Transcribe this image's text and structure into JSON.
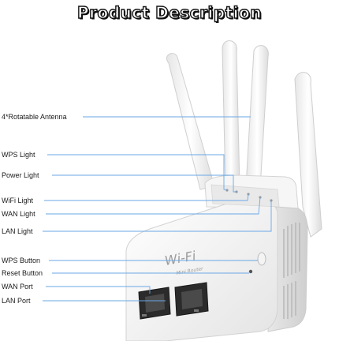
{
  "title": "Product Description",
  "labels": {
    "antenna": "4*Rotatable Antenna",
    "wps_light": "WPS Light",
    "power_light": "Power Light",
    "wifi_light": "WiFi Light",
    "wan_light": "WAN Light",
    "lan_light": "LAN Light",
    "wps_button": "WPS Button",
    "reset_button": "Reset Button",
    "wan_port": "WAN Port",
    "lan_port": "LAN Port"
  },
  "device": {
    "logo": "Wi-Fi",
    "sublogo": "Mini Router"
  },
  "colors": {
    "leader_line": "#6aa7e6",
    "device_body": "#f2f2f2",
    "port": "#2b2b2b"
  }
}
